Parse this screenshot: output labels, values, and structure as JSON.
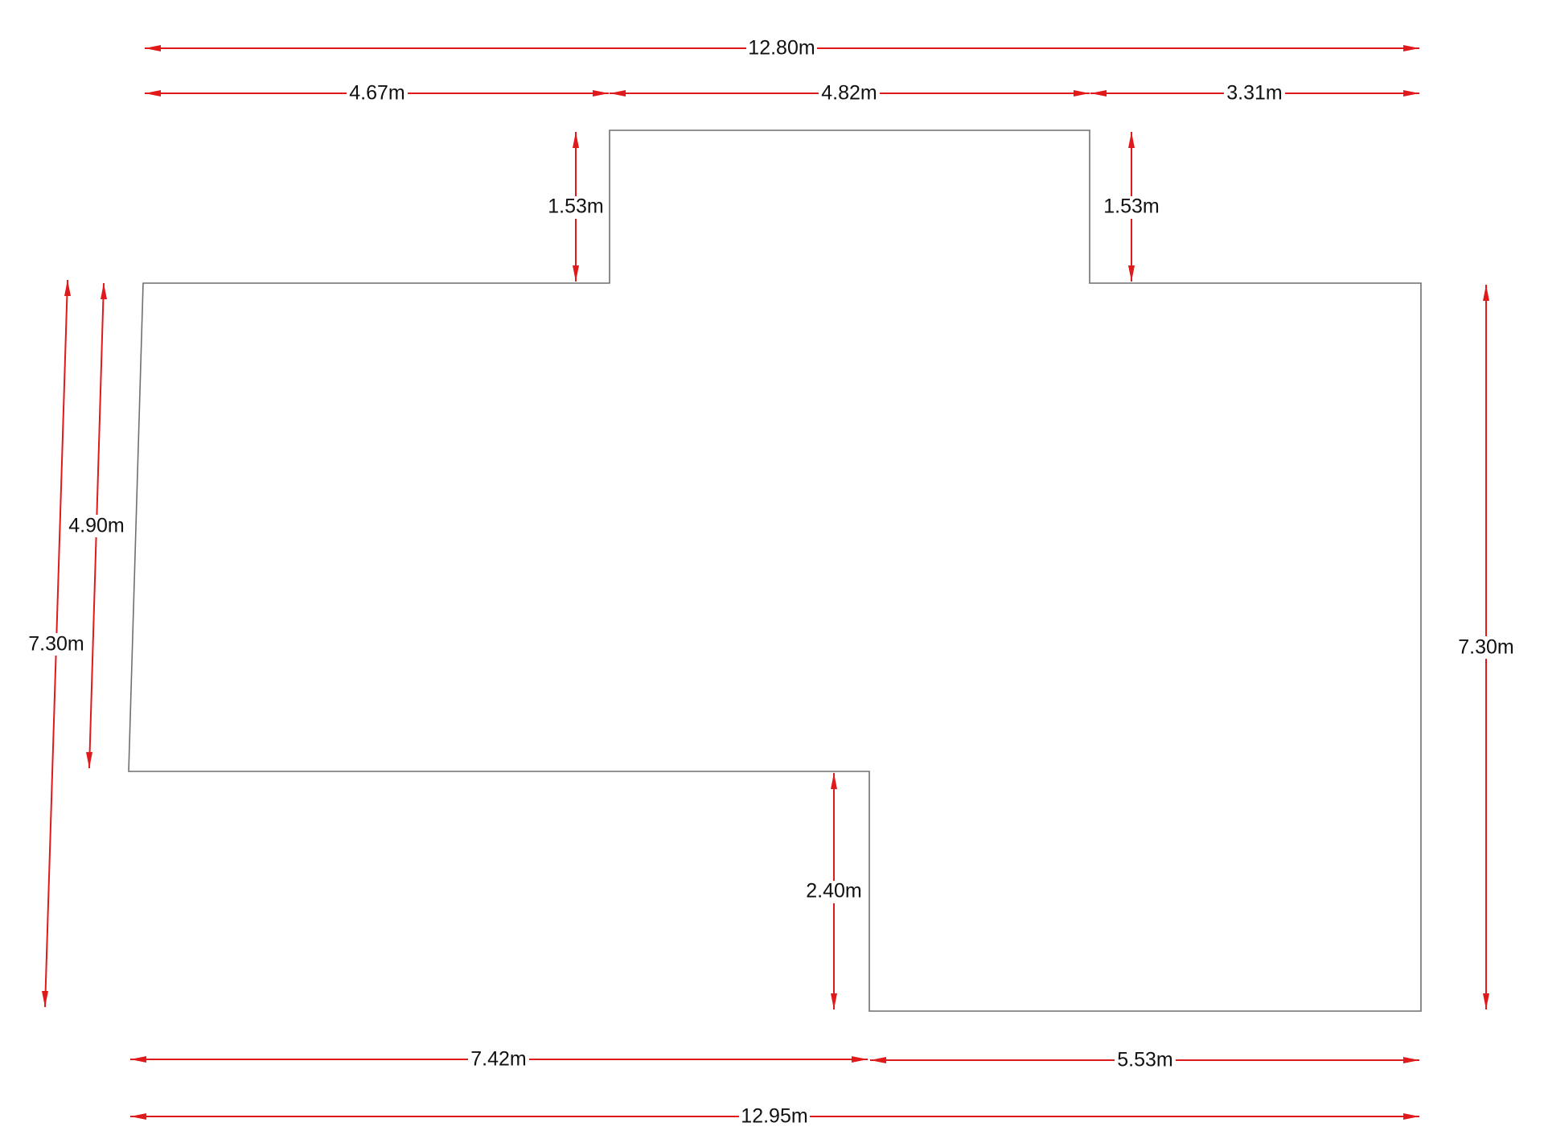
{
  "colors": {
    "dimension_line": "#e01a1a",
    "outline": "#6f6f6f",
    "text": "#111111",
    "background": "#ffffff"
  },
  "dimensions": {
    "top_total": "12.80m",
    "top_left": "4.67m",
    "top_middle": "4.82m",
    "top_right": "3.31m",
    "notch_left_height": "1.53m",
    "notch_right_height": "1.53m",
    "left_inner_height": "4.90m",
    "left_outer_height": "7.30m",
    "right_height": "7.30m",
    "step_height": "2.40m",
    "bottom_left": "7.42m",
    "bottom_right": "5.53m",
    "bottom_total": "12.95m"
  }
}
